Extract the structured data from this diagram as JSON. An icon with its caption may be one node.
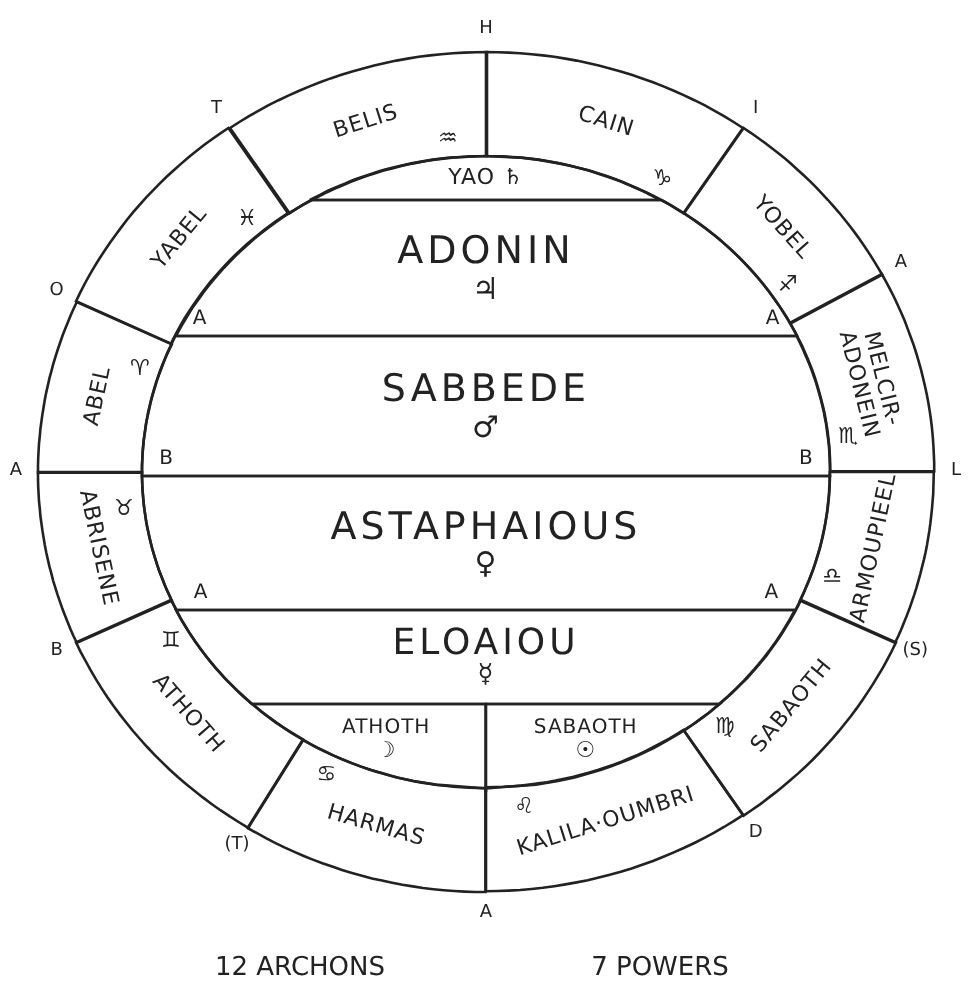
{
  "diagram": {
    "nodes": [
      {
        "text": [
          "BELIS"
        ]
      },
      {
        "text": [
          "CAIN"
        ]
      },
      {
        "text": [
          "YOBEL"
        ]
      },
      {
        "text": [
          "MELCIR- ADONEIN"
        ]
      },
      {
        "text": [
          "ARMOUPIEEL"
        ]
      },
      {
        "text": [
          "SABAOTH"
        ]
      },
      {
        "text": [
          "KALILA·OUMBRI"
        ]
      },
      {
        "text": [
          "HARMAS"
        ]
      },
      {
        "text": [
          "ATHOTH"
        ]
      },
      {
        "text": [
          "ABRISENE"
        ]
      },
      {
        "text": [
          "ABEL"
        ]
      },
      {
        "text": [
          "YABEL"
        ]
      },
      {
        "text": [
          "YAO ♄"
        ]
      },
      {
        "text": [
          "ADONIN",
          "♃"
        ]
      },
      {
        "text": [
          "SABBEDE",
          "♂"
        ]
      },
      {
        "text": [
          "ASTAPHAIOUS",
          "♀"
        ]
      },
      {
        "text": [
          "ELOAIOU",
          "☿"
        ]
      },
      {
        "text": [
          "ATHOTH",
          "☽"
        ]
      },
      {
        "text": [
          "SABAOTH",
          "☉"
        ]
      }
    ],
    "edges": [],
    "labels": [
      "H",
      "I",
      "A",
      "L",
      "(S)",
      "D",
      "A",
      "(T)",
      "B",
      "A",
      "O",
      "T",
      "♒",
      "♑",
      "♐",
      "♏",
      "♎",
      "♍",
      "♌",
      "♋",
      "♊",
      "♉",
      "♈",
      "♓",
      "A",
      "A",
      "B",
      "B",
      "A",
      "A",
      "12 ARCHONS",
      "7 POWERS"
    ]
  }
}
